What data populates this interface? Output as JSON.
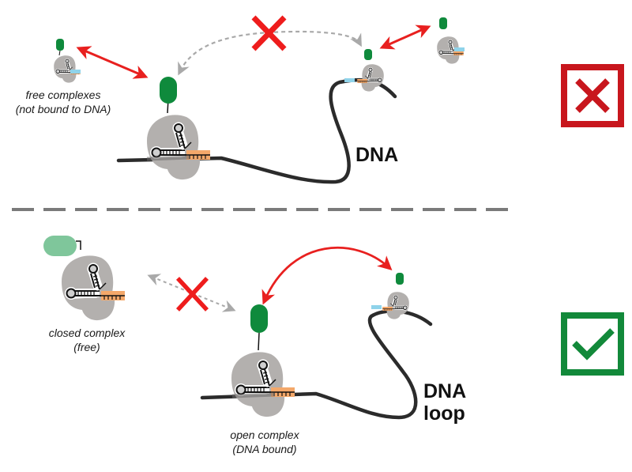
{
  "colors": {
    "protein_gray": "#b3b0ae",
    "dcas_green": "#0f8a3c",
    "dcas_green_closed": "#7fc69b",
    "target_orange": "#f4a86a",
    "target_blue": "#8fd3ea",
    "dna_black": "#2b2b2b",
    "arrow_red": "#e8201f",
    "arrow_gray": "#a9a9a9",
    "cross_red": "#ee1c1c",
    "fail_box": "#c8161d",
    "pass_box": "#12893a",
    "divider": "#7a7a7a"
  },
  "top_panel": {
    "free_label": [
      "free complexes",
      "(not bound to DNA)"
    ],
    "dna_label": "DNA",
    "outcome": "fail",
    "outcome_icon": "cross-box-icon"
  },
  "bottom_panel": {
    "closed_label": [
      "closed complex",
      "(free)"
    ],
    "open_label": [
      "open complex",
      "(DNA bound)"
    ],
    "dna_label": [
      "DNA",
      "loop"
    ],
    "outcome": "pass",
    "outcome_icon": "check-box-icon"
  }
}
